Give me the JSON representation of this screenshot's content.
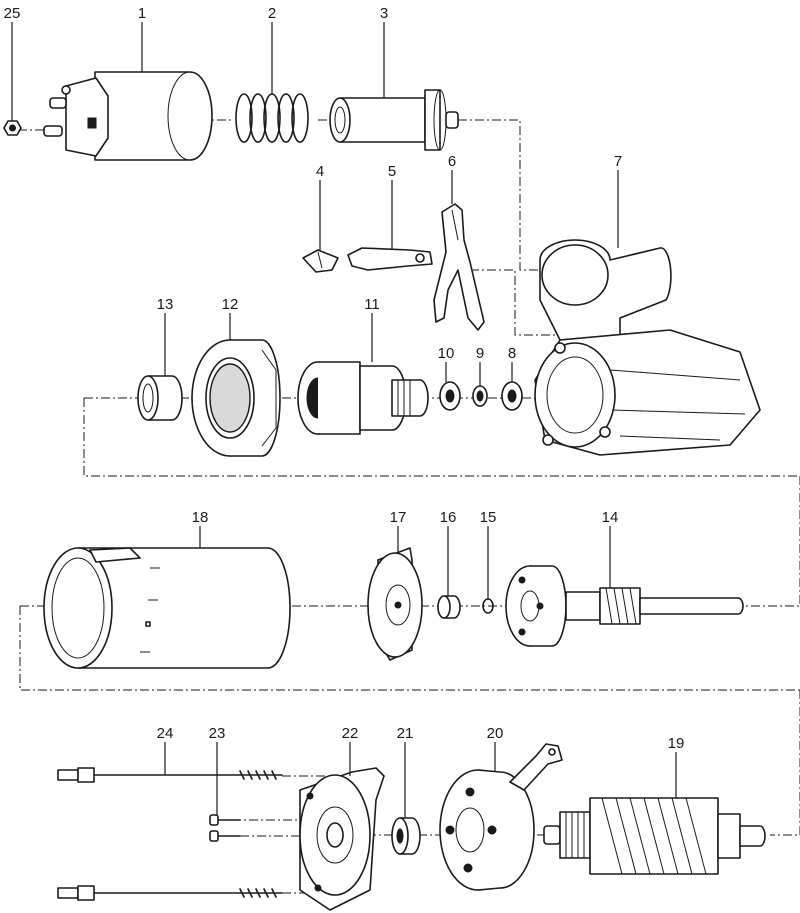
{
  "callouts": [
    {
      "id": "c25",
      "text": "25"
    },
    {
      "id": "c1",
      "text": "1"
    },
    {
      "id": "c2",
      "text": "2"
    },
    {
      "id": "c3",
      "text": "3"
    },
    {
      "id": "c4",
      "text": "4"
    },
    {
      "id": "c5",
      "text": "5"
    },
    {
      "id": "c6",
      "text": "6"
    },
    {
      "id": "c7",
      "text": "7"
    },
    {
      "id": "c13",
      "text": "13"
    },
    {
      "id": "c12",
      "text": "12"
    },
    {
      "id": "c11",
      "text": "11"
    },
    {
      "id": "c10",
      "text": "10"
    },
    {
      "id": "c9",
      "text": "9"
    },
    {
      "id": "c8",
      "text": "8"
    },
    {
      "id": "c18",
      "text": "18"
    },
    {
      "id": "c17",
      "text": "17"
    },
    {
      "id": "c16",
      "text": "16"
    },
    {
      "id": "c15",
      "text": "15"
    },
    {
      "id": "c14",
      "text": "14"
    },
    {
      "id": "c24",
      "text": "24"
    },
    {
      "id": "c23",
      "text": "23"
    },
    {
      "id": "c22",
      "text": "22"
    },
    {
      "id": "c21",
      "text": "21"
    },
    {
      "id": "c20",
      "text": "20"
    },
    {
      "id": "c19",
      "text": "19"
    }
  ]
}
